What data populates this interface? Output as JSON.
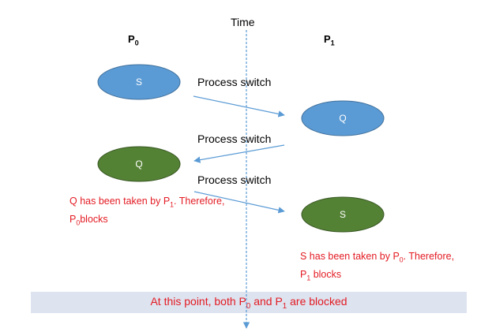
{
  "header": {
    "time_label": "Time",
    "p0_label": "P",
    "p0_sub": "0",
    "p1_label": "P",
    "p1_sub": "1"
  },
  "nodes": {
    "s_top": "S",
    "q_top": "Q",
    "q_bottom": "Q",
    "s_bottom": "S"
  },
  "switch_labels": [
    "Process switch",
    "Process switch",
    "Process switch"
  ],
  "notes": {
    "p0_note_a": "Q has been taken by P",
    "p0_note_a_sub": "1",
    "p0_note_b": ". Therefore,",
    "p0_note_c": "P",
    "p0_note_c_sub": "0",
    "p0_note_d": "blocks",
    "p1_note_a": "S has been taken by P",
    "p1_note_a_sub": "0",
    "p1_note_b": ". Therefore,",
    "p1_note_c": "P",
    "p1_note_c_sub": "1",
    "p1_note_d": " blocks"
  },
  "banner": {
    "part1": "At this point, both P",
    "sub1": "0",
    "part2": " and P",
    "sub2": "1",
    "part3": " are blocked"
  },
  "colors": {
    "blue_fill": "#5b9bd5",
    "blue_stroke": "#41719c",
    "green_fill": "#548235",
    "green_stroke": "#385723",
    "arrow": "#5b9bd5",
    "note_red": "#e31b23",
    "banner_bg": "#dde3ef"
  }
}
